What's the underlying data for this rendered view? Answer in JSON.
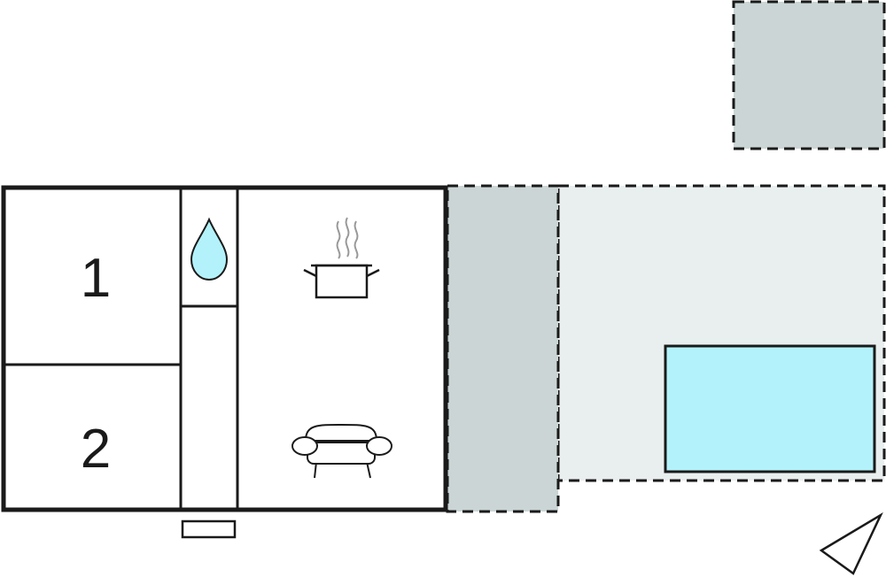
{
  "floorplan": {
    "rooms": [
      {
        "id": "bedroom-1",
        "label": "1"
      },
      {
        "id": "bedroom-2",
        "label": "2"
      },
      {
        "id": "bathroom",
        "icon": "water-drop-icon"
      },
      {
        "id": "kitchen",
        "icon": "cooking-pot-icon"
      },
      {
        "id": "living-room",
        "icon": "sofa-icon"
      }
    ],
    "outdoor": [
      {
        "id": "covered-terrace",
        "style": "dashed",
        "fill": "#cbd5d5"
      },
      {
        "id": "terrace",
        "style": "dashed",
        "fill": "#e9eeee"
      },
      {
        "id": "outbuilding",
        "style": "dashed",
        "fill": "#cbd5d5"
      },
      {
        "id": "pool",
        "fill": "#b3f2fa"
      }
    ],
    "entrance_icon": "doormat-icon",
    "compass_icon": "north-arrow-icon"
  },
  "colors": {
    "wall": "#1a1a1a",
    "shaded": "#cbd5d5",
    "light": "#e9eeee",
    "water": "#b3f2fa",
    "steam": "#999999"
  }
}
